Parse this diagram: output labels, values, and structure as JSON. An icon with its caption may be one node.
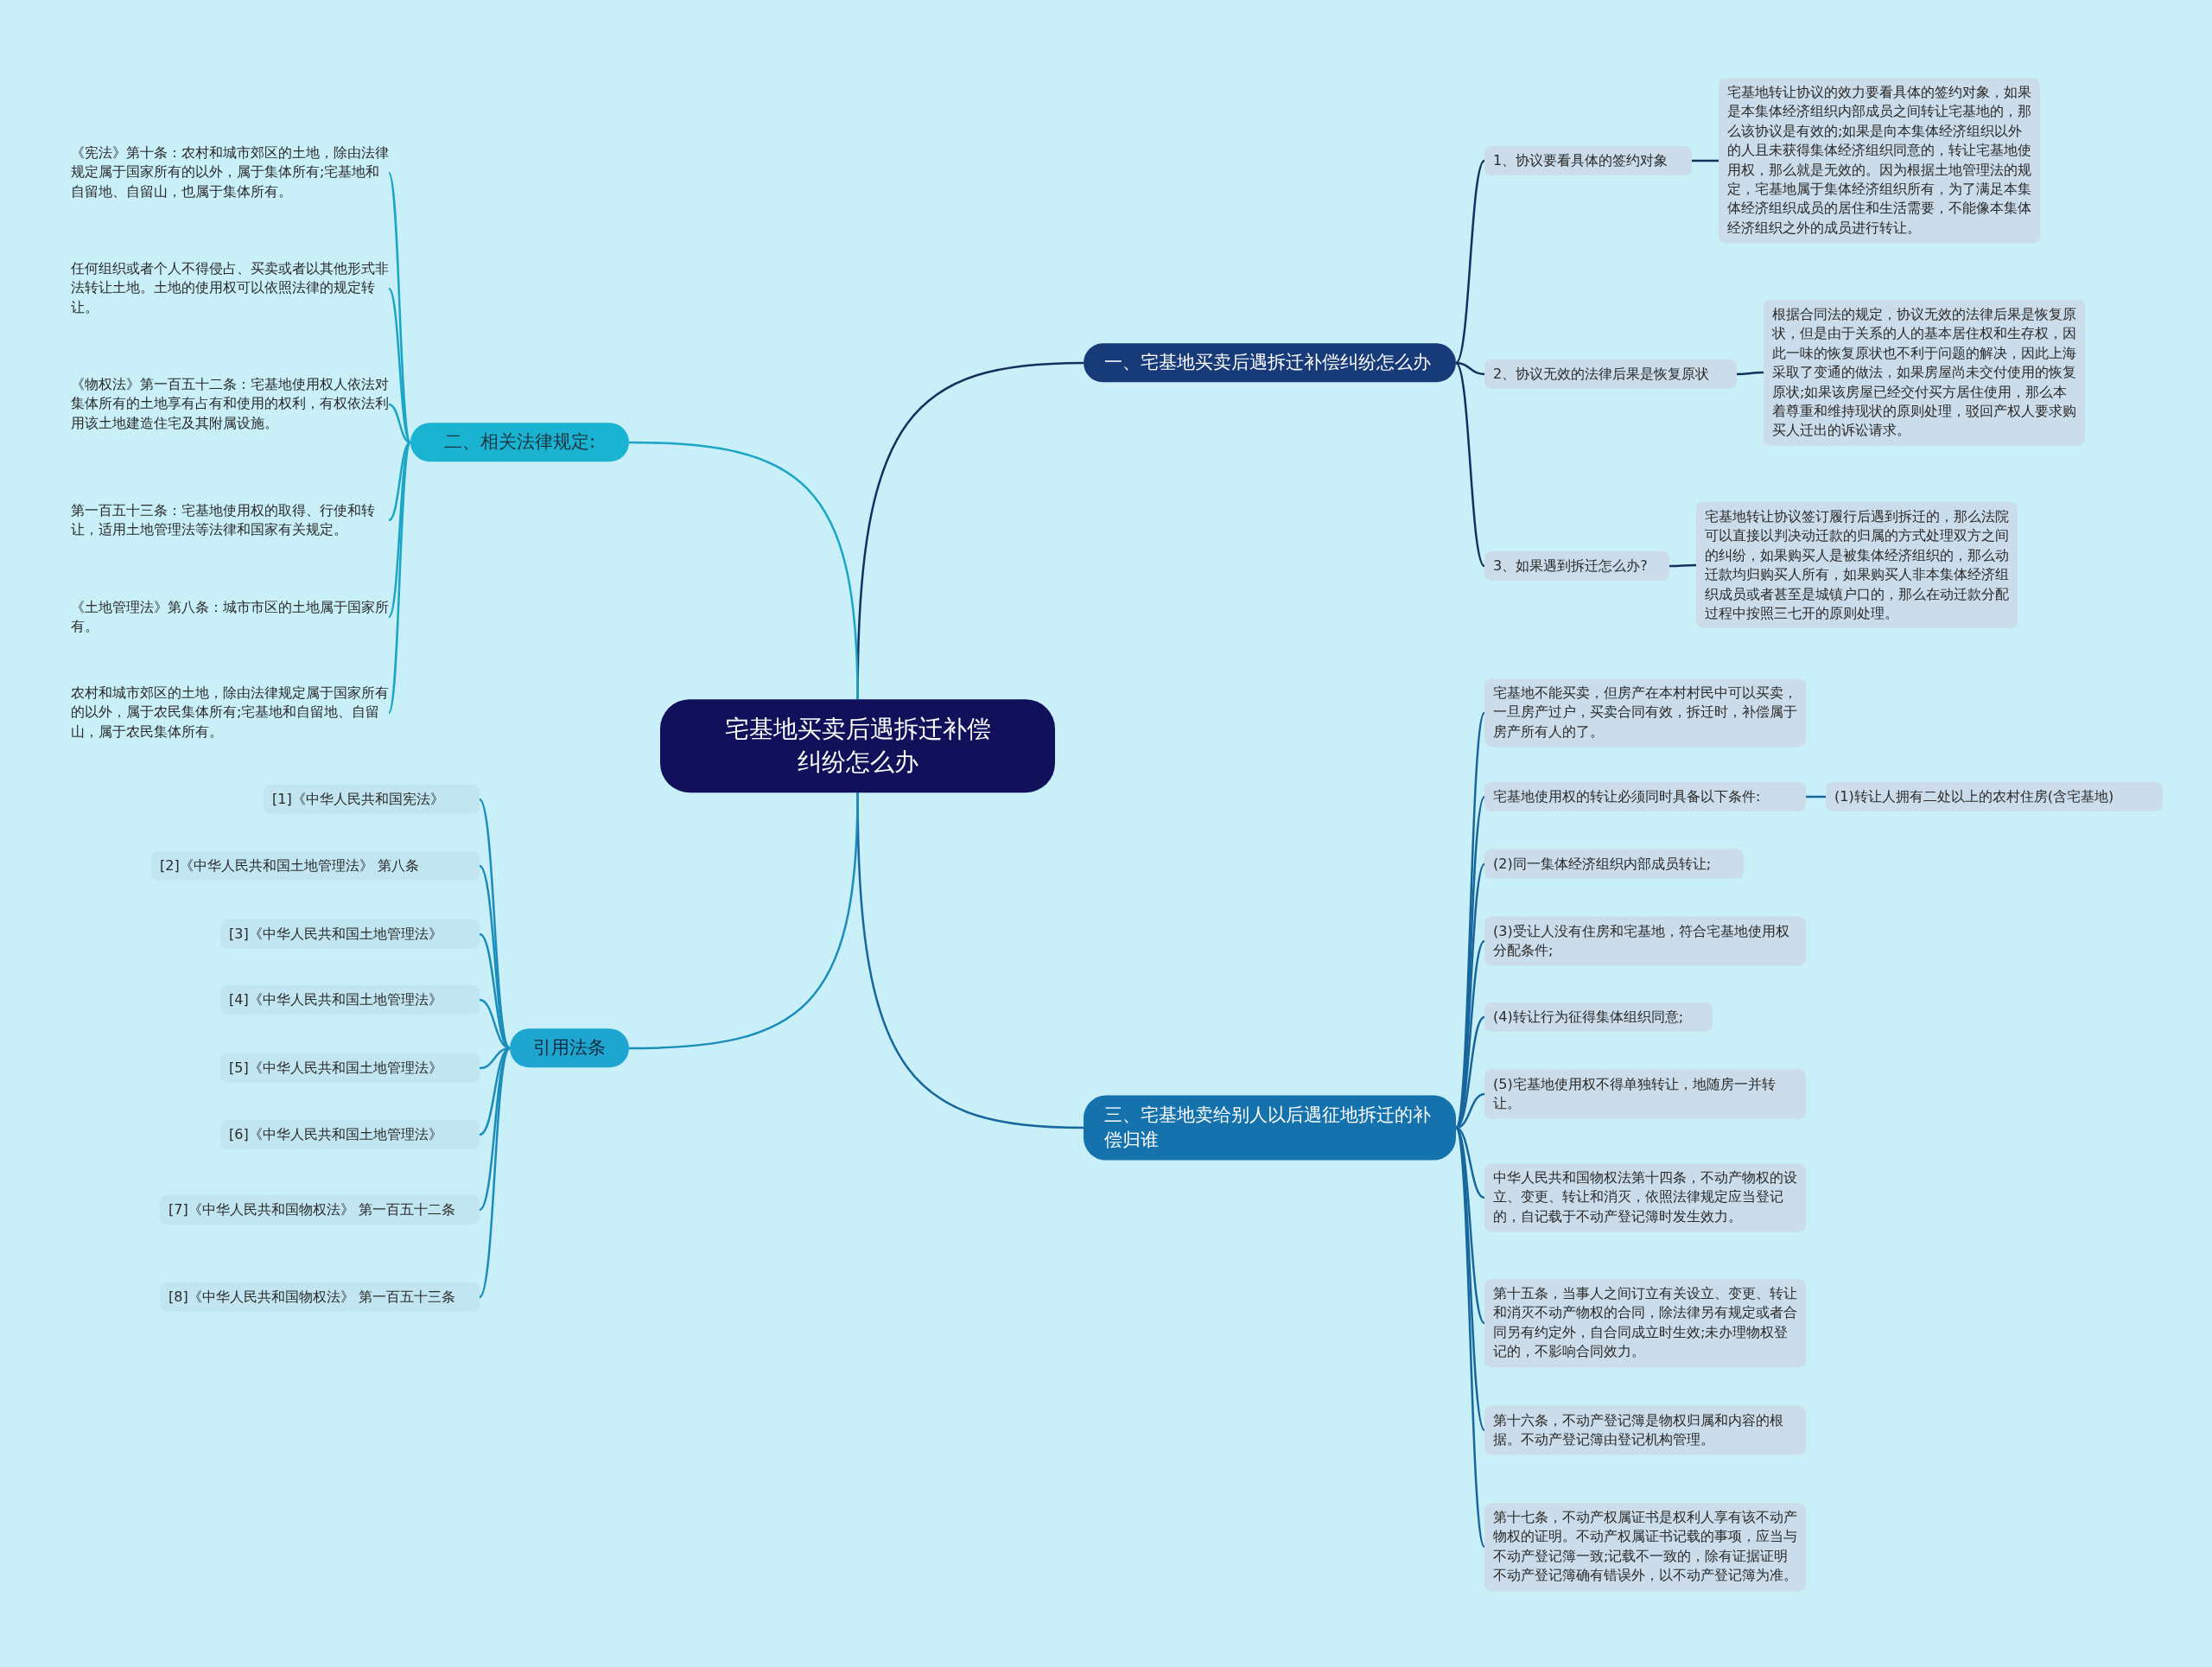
{
  "diagram": {
    "nodes": [
      {
        "text": [
          "宅基地买卖后遇拆迁补偿纠纷怎么办"
        ]
      },
      {
        "text": [
          "一、宅基地买卖后遇拆迁补偿纠纷怎么办"
        ]
      },
      {
        "text": [
          "1、协议要看具体的签约对象"
        ]
      },
      {
        "text": [
          "宅基地转让协议的效力要看具体的签约对象，如果是本集体经济组织内部成员之间转让宅基地的，那么该协议是有效的;如果是向本集体经济组织以外的人且未获得集体经济组织同意的，转让宅基地使用权，那么就是无效的。因为根据土地管理法的规定，宅基地属于集体经济组织所有，为了满足本集体经济组织成员的居住和生活需要，不能像本集体经济组织之外的成员进行转让。"
        ]
      },
      {
        "text": [
          "2、协议无效的法律后果是恢复原状"
        ]
      },
      {
        "text": [
          "根据合同法的规定，协议无效的法律后果是恢复原状，但是由于关系的人的基本居住权和生存权，因此一味的恢复原状也不利于问题的解决，因此上海采取了变通的做法，如果房屋尚未交付使用的恢复原状;如果该房屋已经交付买方居住使用，那么本着尊重和维持现状的原则处理，驳回产权人要求购买人迁出的诉讼请求。"
        ]
      },
      {
        "text": [
          "3、如果遇到拆迁怎么办?"
        ]
      },
      {
        "text": [
          "宅基地转让协议签订履行后遇到拆迁的，那么法院可以直接以判决动迁款的归属的方式处理双方之间的纠纷，如果购买人是被集体经济组织的，那么动迁款均归购买人所有，如果购买人非本集体经济组织成员或者甚至是城镇户口的，那么在动迁款分配过程中按照三七开的原则处理。"
        ]
      },
      {
        "text": [
          "三、宅基地卖给别人以后遇征地拆迁的补偿归谁"
        ]
      },
      {
        "text": [
          "宅基地不能买卖，但房产在本村村民中可以买卖，一旦房产过户，买卖合同有效，拆迁时，补偿属于房产所有人的了。"
        ]
      },
      {
        "text": [
          "宅基地使用权的转让必须同时具备以下条件:"
        ]
      },
      {
        "text": [
          "(1)转让人拥有二处以上的农村住房(含宅基地)"
        ]
      },
      {
        "text": [
          "(2)同一集体经济组织内部成员转让;"
        ]
      },
      {
        "text": [
          "(3)受让人没有住房和宅基地，符合宅基地使用权分配条件;"
        ]
      },
      {
        "text": [
          "(4)转让行为征得集体组织同意;"
        ]
      },
      {
        "text": [
          "(5)宅基地使用权不得单独转让，地随房一并转让。"
        ]
      },
      {
        "text": [
          "中华人民共和国物权法第十四条，不动产物权的设立、变更、转让和消灭，依照法律规定应当登记的，自记载于不动产登记簿时发生效力。"
        ]
      },
      {
        "text": [
          "第十五条，当事人之间订立有关设立、变更、转让和消灭不动产物权的合同，除法律另有规定或者合同另有约定外，自合同成立时生效;未办理物权登记的，不影响合同效力。"
        ]
      },
      {
        "text": [
          "第十六条，不动产登记簿是物权归属和内容的根据。不动产登记簿由登记机构管理。"
        ]
      },
      {
        "text": [
          "第十七条，不动产权属证书是权利人享有该不动产物权的证明。不动产权属证书记载的事项，应当与不动产登记簿一致;记载不一致的，除有证据证明不动产登记簿确有错误外，以不动产登记簿为准。"
        ]
      },
      {
        "text": [
          "二、相关法律规定:"
        ]
      },
      {
        "text": [
          "《宪法》第十条：农村和城市郊区的土地，除由法律规定属于国家所有的以外，属于集体所有;宅基地和自留地、自留山，也属于集体所有。"
        ]
      },
      {
        "text": [
          "任何组织或者个人不得侵占、买卖或者以其他形式非法转让土地。土地的使用权可以依照法律的规定转让。"
        ]
      },
      {
        "text": [
          "《物权法》第一百五十二条：宅基地使用权人依法对集体所有的土地享有占有和使用的权利，有权依法利用该土地建造住宅及其附属设施。"
        ]
      },
      {
        "text": [
          "第一百五十三条：宅基地使用权的取得、行使和转让，适用土地管理法等法律和国家有关规定。"
        ]
      },
      {
        "text": [
          "《土地管理法》第八条：城市市区的土地属于国家所有。"
        ]
      },
      {
        "text": [
          "农村和城市郊区的土地，除由法律规定属于国家所有的以外，属于农民集体所有;宅基地和自留地、自留山，属于农民集体所有。"
        ]
      },
      {
        "text": [
          "引用法条"
        ]
      },
      {
        "text": [
          "[1]《中华人民共和国宪法》"
        ]
      },
      {
        "text": [
          "[2]《中华人民共和国土地管理法》 第八条"
        ]
      },
      {
        "text": [
          "[3]《中华人民共和国土地管理法》"
        ]
      },
      {
        "text": [
          "[4]《中华人民共和国土地管理法》"
        ]
      },
      {
        "text": [
          "[5]《中华人民共和国土地管理法》"
        ]
      },
      {
        "text": [
          "[6]《中华人民共和国土地管理法》"
        ]
      },
      {
        "text": [
          "[7]《中华人民共和国物权法》 第一百五十二条"
        ]
      },
      {
        "text": [
          "[8]《中华人民共和国物权法》 第一百五十三条"
        ]
      }
    ],
    "edges": [
      {
        "from": 0,
        "to": 1,
        "arrow": "none",
        "color": "#16305e"
      },
      {
        "from": 1,
        "to": 2,
        "arrow": "none",
        "color": "#16305e"
      },
      {
        "from": 2,
        "to": 3,
        "arrow": "none",
        "color": "#16305e"
      },
      {
        "from": 1,
        "to": 4,
        "arrow": "none",
        "color": "#16305e"
      },
      {
        "from": 4,
        "to": 5,
        "arrow": "none",
        "color": "#16305e"
      },
      {
        "from": 1,
        "to": 6,
        "arrow": "none",
        "color": "#16305e"
      },
      {
        "from": 6,
        "to": 7,
        "arrow": "none",
        "color": "#16305e"
      },
      {
        "from": 0,
        "to": 8,
        "arrow": "none",
        "color": "#17669c"
      },
      {
        "from": 8,
        "to": 9,
        "arrow": "none",
        "color": "#17669c"
      },
      {
        "from": 8,
        "to": 10,
        "arrow": "none",
        "color": "#17669c"
      },
      {
        "from": 10,
        "to": 11,
        "arrow": "none",
        "color": "#17669c"
      },
      {
        "from": 8,
        "to": 12,
        "arrow": "none",
        "color": "#17669c"
      },
      {
        "from": 8,
        "to": 13,
        "arrow": "none",
        "color": "#17669c"
      },
      {
        "from": 8,
        "to": 14,
        "arrow": "none",
        "color": "#17669c"
      },
      {
        "from": 8,
        "to": 15,
        "arrow": "none",
        "color": "#17669c"
      },
      {
        "from": 8,
        "to": 16,
        "arrow": "none",
        "color": "#17669c"
      },
      {
        "from": 8,
        "to": 17,
        "arrow": "none",
        "color": "#17669c"
      },
      {
        "from": 8,
        "to": 18,
        "arrow": "none",
        "color": "#17669c"
      },
      {
        "from": 8,
        "to": 19,
        "arrow": "none",
        "color": "#17669c"
      },
      {
        "from": 0,
        "to": 20,
        "arrow": "none",
        "color": "#1aa6c4"
      },
      {
        "from": 20,
        "to": 21,
        "arrow": "none",
        "color": "#1aa6c4"
      },
      {
        "from": 20,
        "to": 22,
        "arrow": "none",
        "color": "#1aa6c4"
      },
      {
        "from": 20,
        "to": 23,
        "arrow": "none",
        "color": "#1aa6c4"
      },
      {
        "from": 20,
        "to": 24,
        "arrow": "none",
        "color": "#1aa6c4"
      },
      {
        "from": 20,
        "to": 25,
        "arrow": "none",
        "color": "#1aa6c4"
      },
      {
        "from": 20,
        "to": 26,
        "arrow": "none",
        "color": "#1aa6c4"
      },
      {
        "from": 0,
        "to": 27,
        "arrow": "none",
        "color": "#1a8dba"
      },
      {
        "from": 27,
        "to": 28,
        "arrow": "none",
        "color": "#1a8dba"
      },
      {
        "from": 27,
        "to": 29,
        "arrow": "none",
        "color": "#1a8dba"
      },
      {
        "from": 27,
        "to": 30,
        "arrow": "none",
        "color": "#1a8dba"
      },
      {
        "from": 27,
        "to": 31,
        "arrow": "none",
        "color": "#1a8dba"
      },
      {
        "from": 27,
        "to": 32,
        "arrow": "none",
        "color": "#1a8dba"
      },
      {
        "from": 27,
        "to": 33,
        "arrow": "none",
        "color": "#1a8dba"
      },
      {
        "from": 27,
        "to": 34,
        "arrow": "none",
        "color": "#1a8dba"
      },
      {
        "from": 27,
        "to": 35,
        "arrow": "none",
        "color": "#1a8dba"
      }
    ]
  }
}
